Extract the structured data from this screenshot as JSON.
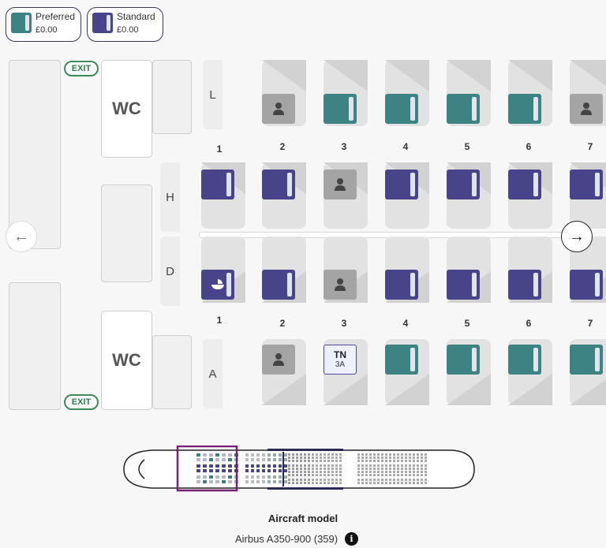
{
  "legend": [
    {
      "label": "Preferred",
      "price": "£0.00",
      "color": "#3d8383"
    },
    {
      "label": "Standard",
      "price": "£0.00",
      "color": "#48448a"
    }
  ],
  "cabin": {
    "wc_label": "WC",
    "exit_label": "EXIT",
    "row_letters": [
      "L",
      "H",
      "D",
      "A"
    ],
    "column_numbers": [
      "1",
      "2",
      "3",
      "4",
      "5",
      "6",
      "7"
    ]
  },
  "seat_tags": {
    "tn_initials": "TN",
    "tn_seat": "3A"
  },
  "seat_types": {
    "L": [
      "none",
      "occupied",
      "preferred",
      "preferred",
      "preferred",
      "preferred",
      "occupied"
    ],
    "H": [
      "standard",
      "standard",
      "occupied",
      "standard",
      "standard",
      "standard",
      "standard"
    ],
    "D": [
      "bassinet",
      "standard",
      "occupied",
      "standard",
      "standard",
      "standard",
      "standard"
    ],
    "A": [
      "none",
      "occupied",
      "selected",
      "preferred",
      "preferred",
      "preferred",
      "preferred"
    ]
  },
  "icons": {
    "prev": "arrow-left-icon",
    "next": "arrow-right-icon",
    "occupied": "person-icon",
    "bassinet": "bassinet-icon",
    "info": "info-icon"
  },
  "aircraft": {
    "title": "Aircraft model",
    "model": "Airbus A350-900 (359)"
  }
}
